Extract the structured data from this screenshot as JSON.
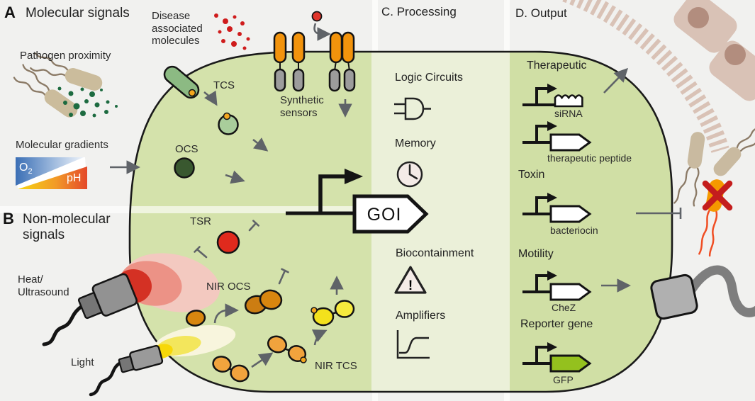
{
  "figure": {
    "panel_a": {
      "letter": "A",
      "title": "Molecular signals"
    },
    "panel_b": {
      "letter": "B",
      "title_lines": [
        "Non-molecular",
        "signals"
      ]
    },
    "panel_c": {
      "title": "C. Processing"
    },
    "panel_d": {
      "title": "D. Output"
    },
    "inputs": {
      "pathogen": "Pathogen proximity",
      "disease_lines": [
        "Disease",
        "associated",
        "molecules"
      ],
      "gradients": "Molecular gradients",
      "o2_base": "O",
      "o2_sub": "2",
      "ph": "pH",
      "heat_lines": [
        "Heat/",
        "Ultrasound"
      ],
      "light": "Light"
    },
    "sensing": {
      "tcs": "TCS",
      "ocs": "OCS",
      "synthetic_lines": [
        "Synthetic",
        "sensors"
      ],
      "tsr": "TSR",
      "nir_ocs": "NIR OCS",
      "nir_tcs": "NIR TCS"
    },
    "gene_of_interest": "GOI",
    "processing": {
      "logic": "Logic Circuits",
      "memory": "Memory",
      "biocontainment": "Biocontainment",
      "amplifiers": "Amplifiers",
      "warning_mark": "!"
    },
    "output": {
      "therapeutic": {
        "heading": "Therapeutic",
        "gene1": "siRNA",
        "gene2": "therapeutic peptide"
      },
      "toxin": {
        "heading": "Toxin",
        "gene1": "bacteriocin"
      },
      "motility": {
        "heading": "Motility",
        "gene1": "CheZ"
      },
      "reporter": {
        "heading": "Reporter gene",
        "gene1": "GFP"
      }
    },
    "colors": {
      "background": "#f1f1ef",
      "cell_fill": "#d4e2ab",
      "processing_band": "#ebf0d9",
      "output_band": "#d0dfa5",
      "membrane": "#1a1a1a",
      "sensor_orange": "#f2930c",
      "nir_orange": "#d8860f",
      "activated_yellow": "#f3e11c",
      "tsr_red": "#e02a1d",
      "gfp_green": "#94c11e",
      "tissue_pink": "#d9c2b6",
      "arrow_gray": "#5f6368"
    }
  }
}
